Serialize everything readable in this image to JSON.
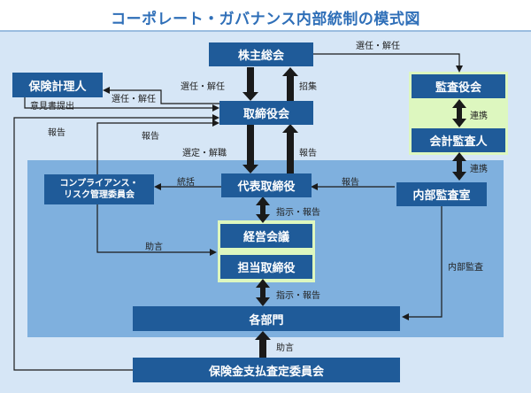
{
  "title": "コーポレート・ガバナンス内部統制の模式図",
  "boxes": {
    "shareholders": "株主総会",
    "tax_accountant": "保険計理人",
    "board": "取締役会",
    "auditors": "監査役会",
    "accounting_auditor": "会計監査人",
    "compliance": "コンプライアンス・\nリスク管理委員会",
    "representative": "代表取締役",
    "internal_audit": "内部監査室",
    "management_meeting": "経営会議",
    "officers": "担当取締役",
    "departments": "各部門",
    "claims_committee": "保険金支払査定委員会"
  },
  "labels": {
    "elect_dismiss_top": "選任・解任",
    "elect_dismiss_board": "選任・解任",
    "convene": "招集",
    "elect_dismiss_actuary": "選任・解任",
    "opinion_submission": "意見書提出",
    "report_left": "報告",
    "report_left2": "報告",
    "select_dismiss": "選定・解職",
    "report_center": "報告",
    "collaboration_1": "連携",
    "collaboration_2": "連携",
    "supervise": "統括",
    "report_right": "報告",
    "instruct_report_1": "指示・報告",
    "advice_left": "助言",
    "internal_audit_label": "内部監査",
    "instruct_report_2": "指示・報告",
    "advice_bottom": "助言"
  },
  "colors": {
    "box_blue": "#1f5b99",
    "background": "#d6e6f6",
    "inner_area": "#7fb0de",
    "highlight": "#ddf7bf",
    "title": "#2f6fb8"
  }
}
